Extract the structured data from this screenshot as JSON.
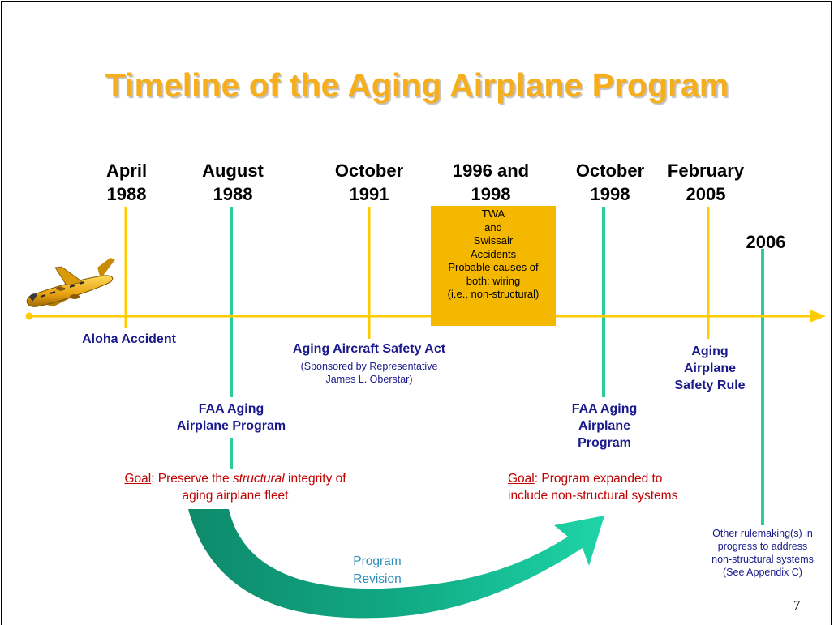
{
  "slide": {
    "title": "Timeline of the Aging Airplane Program",
    "page_number": "7"
  },
  "timeline": {
    "dates": [
      {
        "label": "April\n1988"
      },
      {
        "label": "August\n1988"
      },
      {
        "label": "October\n1991"
      },
      {
        "label": "1996 and\n1998"
      },
      {
        "label": "October\n1998"
      },
      {
        "label": "February\n2005"
      },
      {
        "label": "2006"
      }
    ],
    "events": {
      "aloha": "Aloha Accident",
      "safety_act": "Aging Aircraft Safety Act",
      "safety_act_note": "(Sponsored by Representative\nJames L. Oberstar)",
      "faa_program_1988": "FAA Aging\nAirplane Program",
      "faa_program_1998": "FAA Aging\nAirplane\nProgram",
      "safety_rule": "Aging\nAirplane\nSafety Rule",
      "accidents_box": "TWA\nand\nSwissair\nAccidents\nProbable causes of\nboth: wiring\n(i.e., non-structural)",
      "other_rulemaking": "Other rulemaking(s) in\nprogress to address\nnon-structural systems\n(See Appendix C)"
    },
    "goals": {
      "goal_1": {
        "prefix": "Goal",
        "text_a": ": Preserve the ",
        "emphasis": "structural",
        "text_b": " integrity of aging airplane fleet"
      },
      "goal_2": {
        "prefix": "Goal",
        "text": ": Program expanded to include non-structural systems"
      }
    },
    "revision_label": "Program\nRevision"
  },
  "icons": {
    "airplane": "airplane-icon"
  },
  "colors": {
    "title": "#f6ae1c",
    "timeline_axis": "#ffcc00",
    "marker_yellow": "#ffcc00",
    "marker_green": "#2ecc9a",
    "accident_box": "#f5b800",
    "event_text": "#1a1a8c",
    "goal_text": "#c00000",
    "revision_arrow": "#00c9a0",
    "revision_text": "#2e8cb5"
  }
}
